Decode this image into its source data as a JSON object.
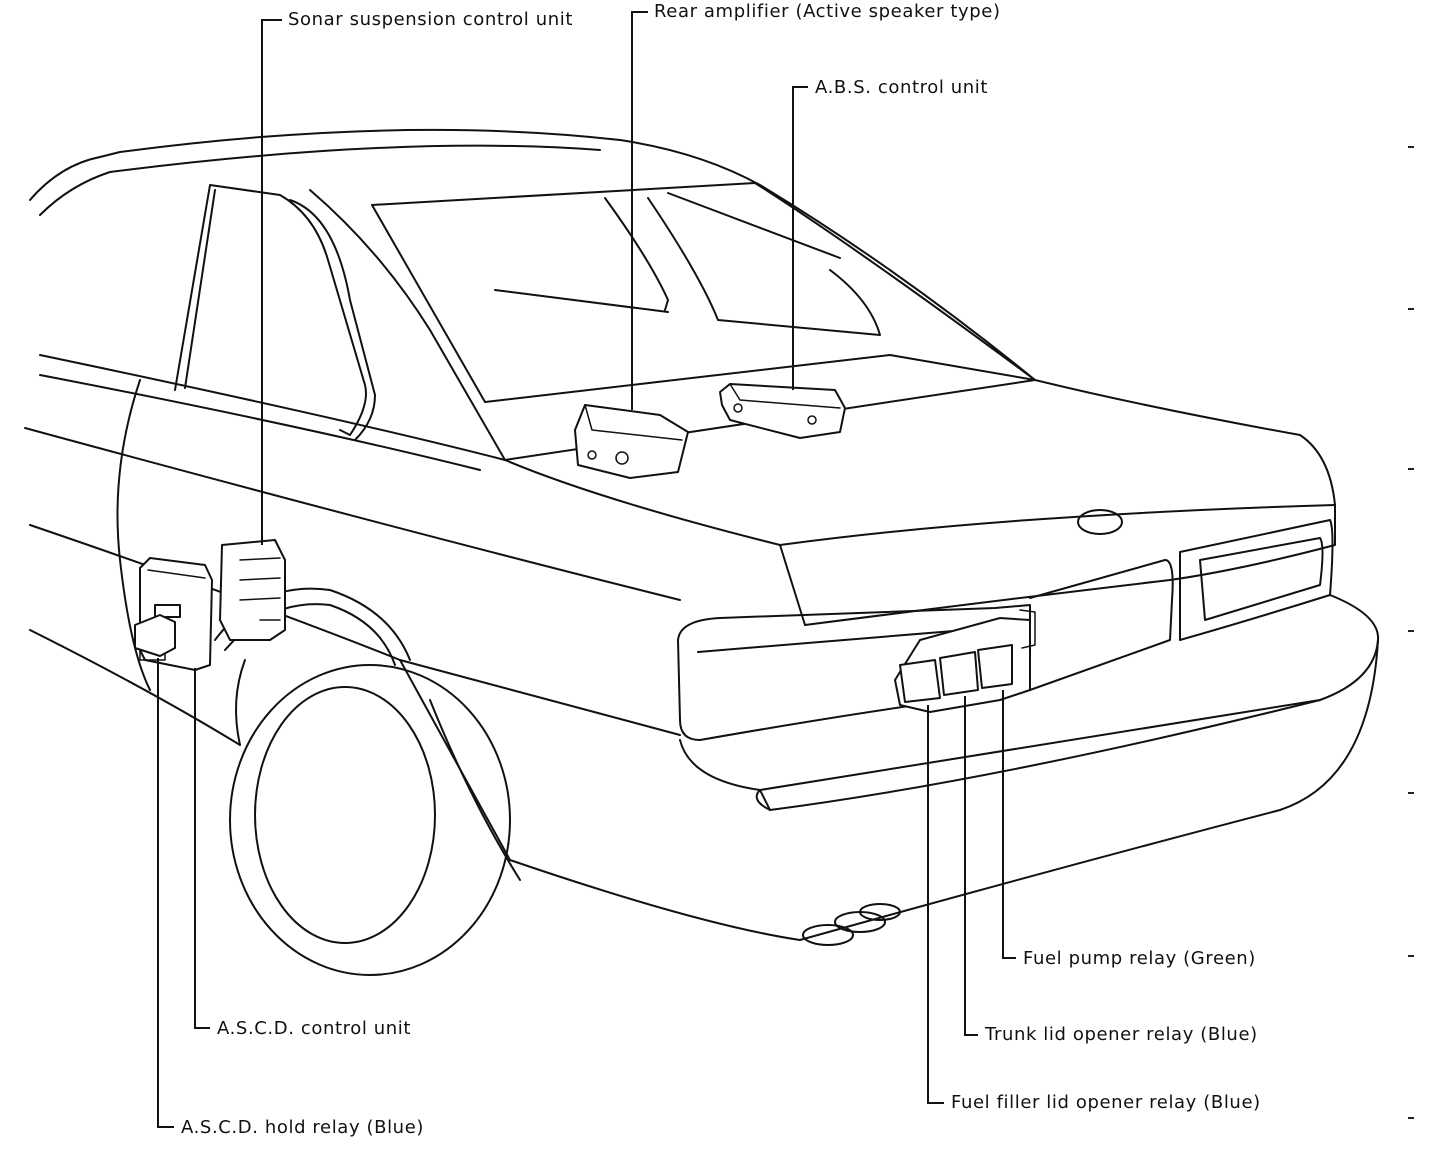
{
  "labels": {
    "sonar": "Sonar suspension control unit",
    "rear_amp": "Rear amplifier (Active speaker type)",
    "abs": "A.B.S. control unit",
    "fuel_pump": "Fuel pump relay (Green)",
    "trunk_lid": "Trunk lid opener relay (Blue)",
    "fuel_filler": "Fuel filler lid opener relay (Blue)",
    "ascd_control": "A.S.C.D. control unit",
    "ascd_hold": "A.S.C.D. hold relay (Blue)"
  },
  "colors": {
    "ink": "#111111",
    "paper": "#ffffff"
  }
}
